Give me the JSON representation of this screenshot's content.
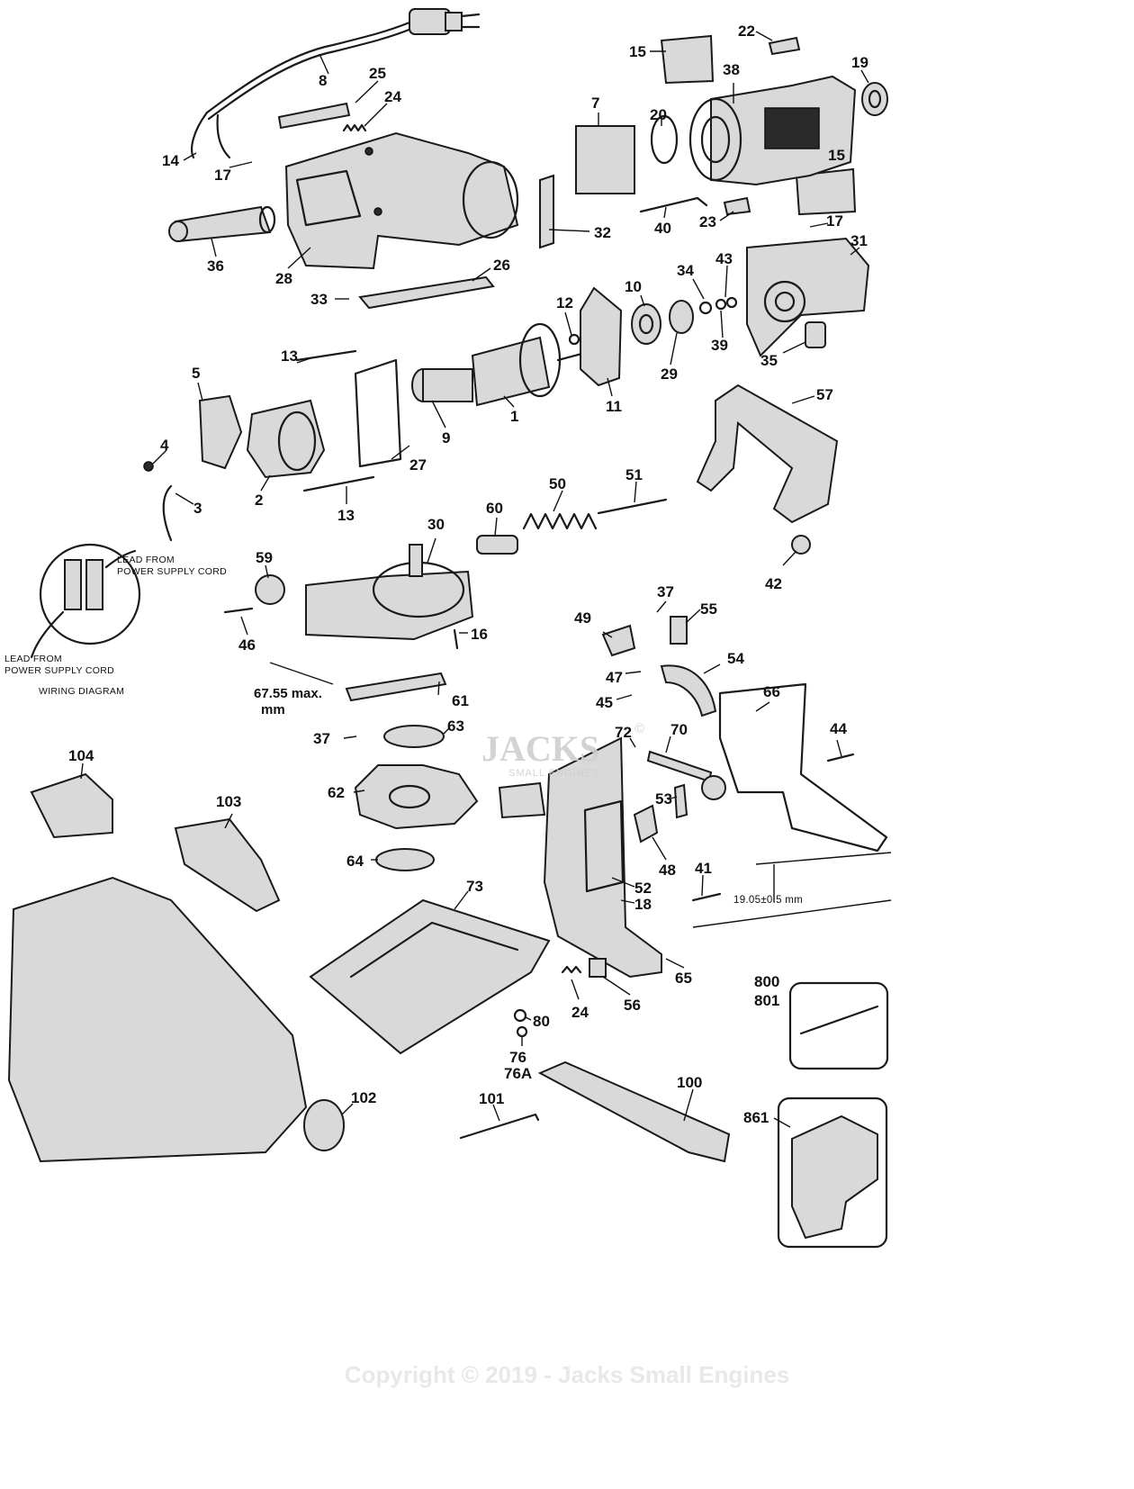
{
  "callouts": [
    "8",
    "25",
    "24",
    "14",
    "17",
    "36",
    "28",
    "33",
    "26",
    "15",
    "22",
    "38",
    "19",
    "7",
    "20",
    "32",
    "40",
    "23",
    "15",
    "17",
    "31",
    "12",
    "10",
    "34",
    "43",
    "39",
    "35",
    "29",
    "11",
    "1",
    "9",
    "27",
    "13",
    "13",
    "5",
    "4",
    "2",
    "3",
    "57",
    "51",
    "50",
    "60",
    "30",
    "59",
    "46",
    "16",
    "42",
    "37",
    "55",
    "49",
    "54",
    "47",
    "45",
    "66",
    "44",
    "61",
    "37",
    "63",
    "72",
    "70",
    "53",
    "62",
    "48",
    "41",
    "52",
    "18",
    "64",
    "73",
    "24",
    "56",
    "65",
    "80",
    "76",
    "76A",
    "100",
    "101",
    "102",
    "103",
    "104",
    "800",
    "801",
    "861"
  ],
  "wiring": {
    "lead_top": "LEAD FROM\nPOWER SUPPLY CORD",
    "lead_bottom": "LEAD FROM\nPOWER SUPPLY CORD",
    "title": "WIRING DIAGRAM"
  },
  "dimensions": {
    "depth_value": "67.55 max.",
    "depth_unit": "mm",
    "height_value": "19.05±0.5 mm"
  },
  "watermark": {
    "brand": "JACKS",
    "registered": "©",
    "tagline": "SMALL ENGINES"
  },
  "copyright": "Copyright © 2019 - Jacks Small Engines"
}
